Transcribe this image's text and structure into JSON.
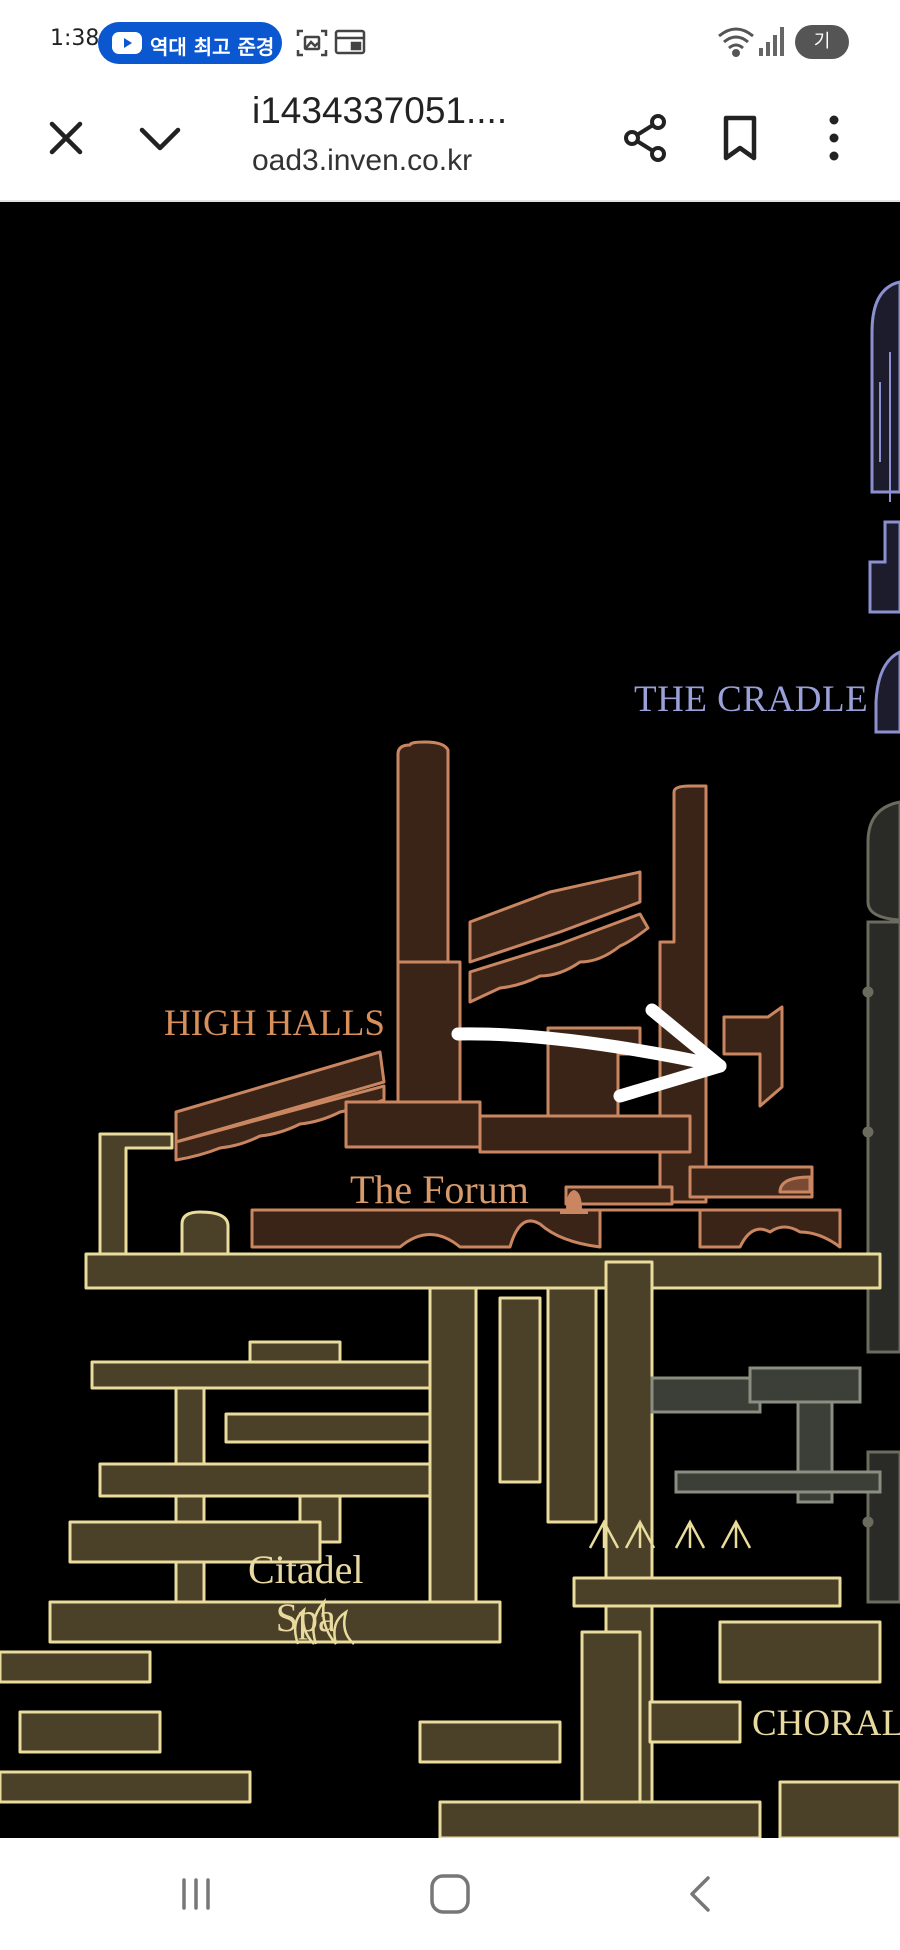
{
  "status_bar": {
    "time": "1:38",
    "notification_pill": {
      "icon": "youtube-icon",
      "text": "역대 최고 준경"
    },
    "left_icons": [
      "screenshot-icon",
      "card-icon"
    ],
    "right_icons": [
      "wifi-icon",
      "signal-icon"
    ],
    "network_badge": "기"
  },
  "browser": {
    "page_title": "i1434337051....",
    "domain": "oad3.inven.co.kr",
    "buttons": [
      "close-icon",
      "chevron-down-icon",
      "share-icon",
      "bookmark-icon",
      "more-vert-icon"
    ]
  },
  "map": {
    "labels": {
      "the_cradle": "THE CRADLE",
      "high_halls": "HIGH HALLS",
      "the_forum": "The Forum",
      "citadel_line1": "Citadel",
      "citadel_line2": "Spa",
      "choral": "CHORAL"
    },
    "colors": {
      "background": "#000000",
      "cradle_stroke": "#8c8fd0",
      "high_halls_stroke": "#c98660",
      "lower_stroke": "#e9dc9c",
      "lower_fill": "#4a4128",
      "annotation_arrow": "#ffffff"
    }
  },
  "nav_bar": {
    "buttons": [
      "recents-icon",
      "home-icon",
      "back-icon"
    ]
  }
}
